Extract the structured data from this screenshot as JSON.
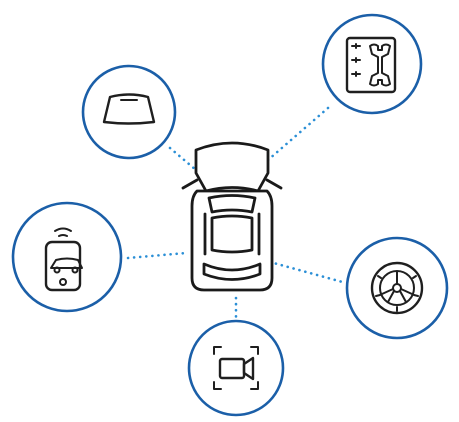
{
  "diagram": {
    "center": {
      "icon": "car-top-view-icon"
    },
    "nodes": [
      {
        "key": "windshield",
        "icon": "windshield-icon"
      },
      {
        "key": "maintenance",
        "icon": "service-manual-wrench-icon"
      },
      {
        "key": "remote",
        "icon": "remote-key-fob-icon"
      },
      {
        "key": "tire",
        "icon": "tire-wheel-icon"
      },
      {
        "key": "camera",
        "icon": "dash-camera-icon"
      }
    ]
  },
  "colors": {
    "ring": "#1b5fa8",
    "connector": "#2b8fd6",
    "icon_stroke": "#1f1f1f",
    "background": "#ffffff"
  }
}
